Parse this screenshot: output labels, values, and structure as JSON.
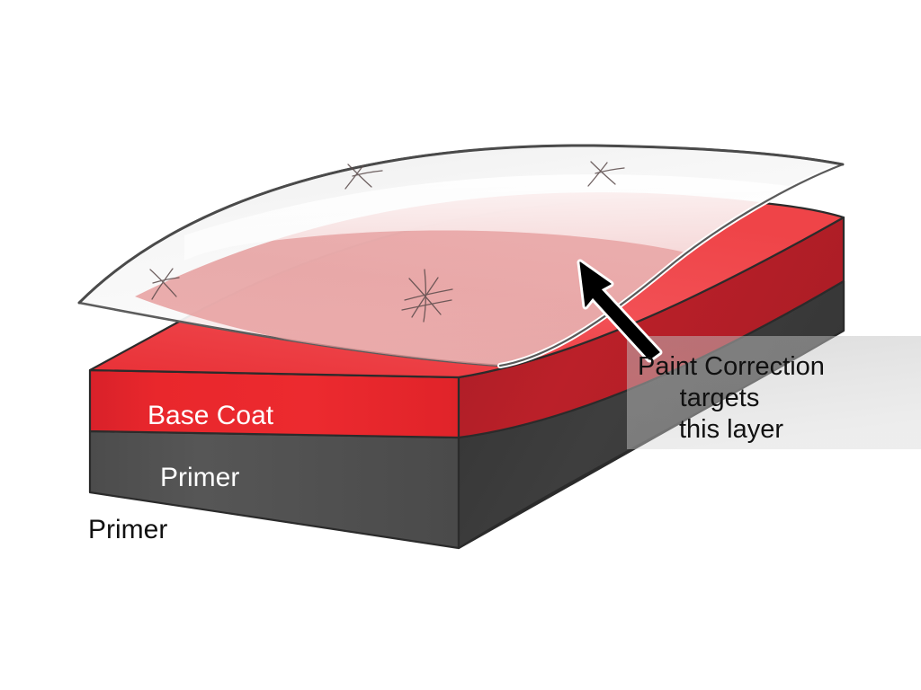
{
  "figure": {
    "title": "Automotive paint layer cross-section diagram",
    "background_color": "#ffffff"
  },
  "layers": [
    {
      "id": "clear-coat",
      "label": "Clear Coat",
      "label_visible": false,
      "top_color": "#f7f7f7",
      "edge_color": "#4a4a4a",
      "tint_over_base": "#e79a9a",
      "highlight_color": "#f6dcdc",
      "description": "Transparent curved top sheet peeled up, showing swirl scratches"
    },
    {
      "id": "base-coat",
      "label": "Base Coat",
      "label_visible": true,
      "label_color": "#ffffff",
      "front_color": "#e8262b",
      "top_color": "#ef4444",
      "side_color": "#b5202b",
      "outline_color": "#2b2b2b"
    },
    {
      "id": "primer",
      "label": "Primer",
      "label_visible": true,
      "label_color": "#ffffff",
      "front_color": "#4f4f4f",
      "side_color": "#3a3a3a",
      "outline_color": "#2b2b2b"
    }
  ],
  "labels": {
    "base_coat": "Base Coat",
    "primer_inside": "Primer",
    "primer_outside": "Primer"
  },
  "annotation": {
    "lines": [
      "Paint Correction",
      "targets",
      "this layer"
    ],
    "line1": "Paint Correction",
    "line2": "targets",
    "line3": "this layer",
    "text_color": "#111111",
    "arrow_fill": "#000000",
    "arrow_outline": "#ffffff",
    "panel_color": "#c9c9c9"
  },
  "scratches": {
    "count": 4,
    "color": "#5a4a4a",
    "description": "fine crossing swirl marks on the clear coat surface"
  },
  "chart_data": {
    "type": "diagram",
    "title": "Paint layer stack",
    "categories": [
      "Clear Coat",
      "Base Coat",
      "Primer"
    ],
    "annotation": "Paint Correction targets this layer"
  }
}
